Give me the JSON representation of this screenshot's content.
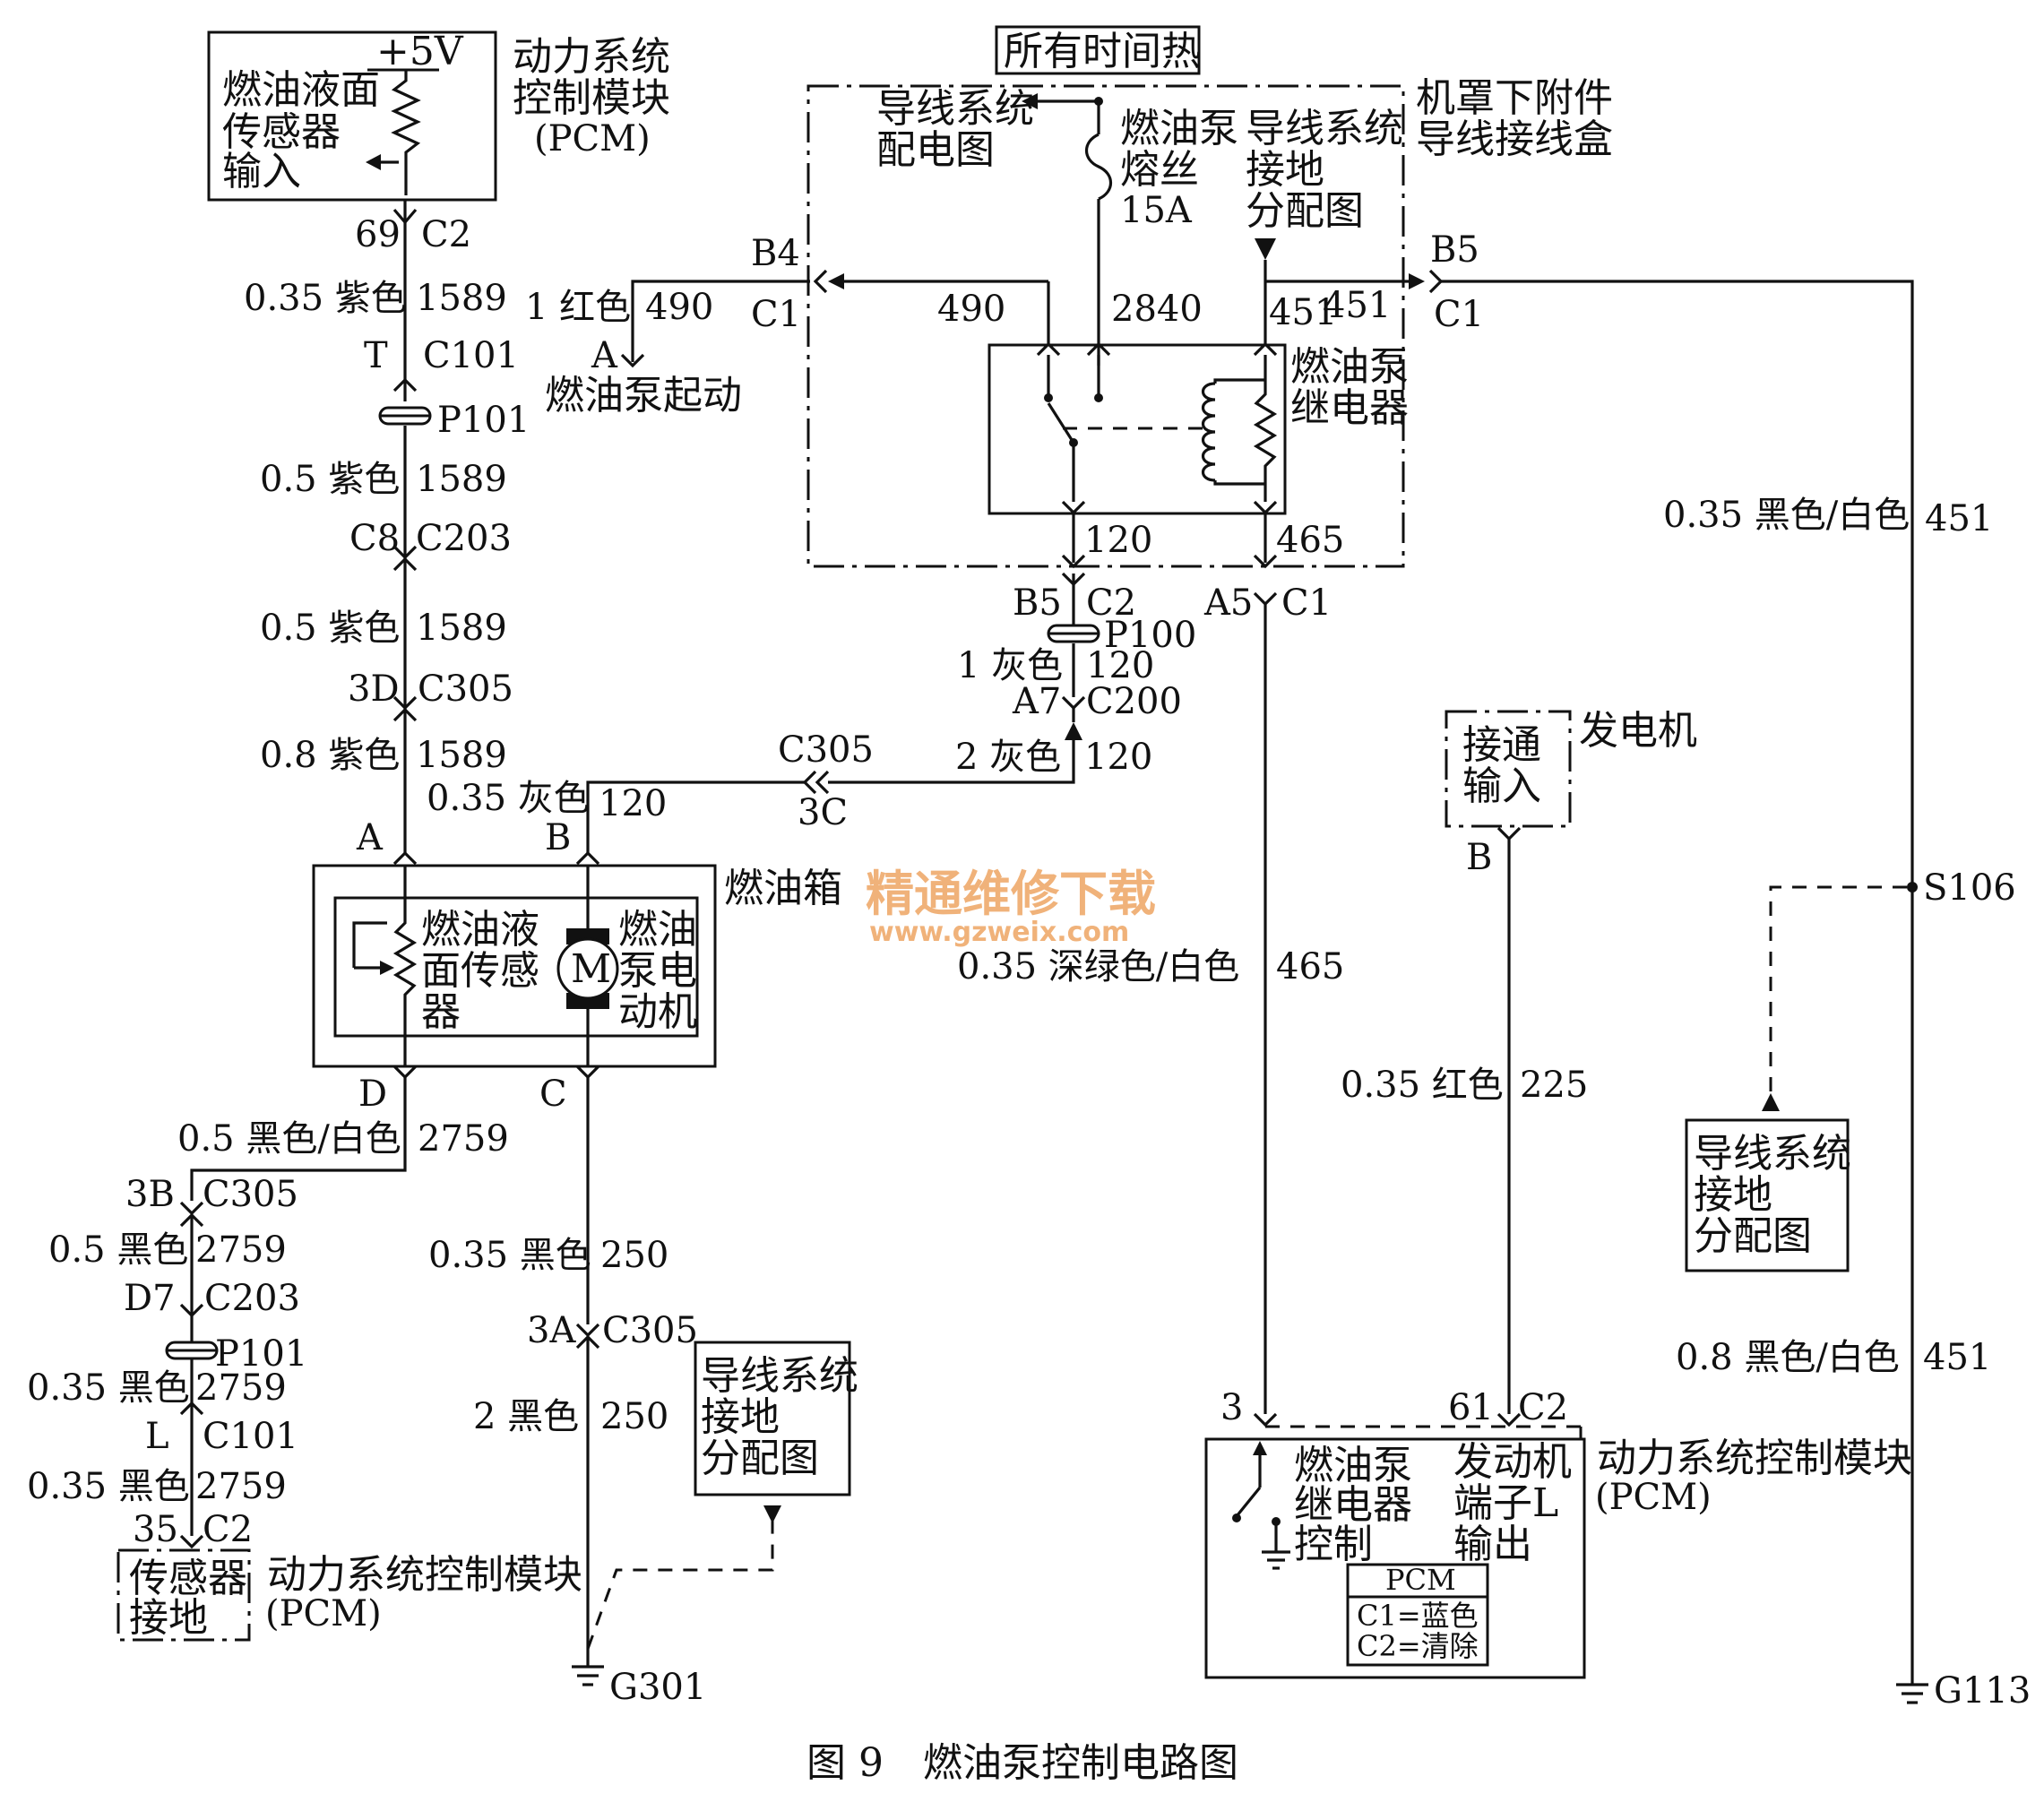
{
  "caption": {
    "fig": "图 9",
    "title": "燃油泵控制电路图"
  },
  "watermark": {
    "cn": "精通维修下载",
    "url": "www.gzweix.com"
  },
  "pcm_top": {
    "box_l1": "燃油液面",
    "box_l2": "传感器",
    "box_l3": "输入",
    "v": "+5V",
    "name_l1": "动力系统",
    "name_l2": "控制模块",
    "name_l3": "(PCM)"
  },
  "fuse_header": "所有时间热",
  "ub": {
    "l1": "机罩下附件",
    "l2": "导线接线盒",
    "dist_l1": "导线系统",
    "dist_l2": "配电图",
    "fuse_l1": "燃油泵",
    "fuse_l2": "熔丝",
    "fuse_l3": "15A",
    "gnd_l1": "导线系统",
    "gnd_l2": "接地",
    "gnd_l3": "分配图",
    "relay_l1": "燃油泵",
    "relay_l2": "继电器"
  },
  "start": {
    "label": "燃油泵起动",
    "pin": "A",
    "wire": "1 红色",
    "circ": "490"
  },
  "left": {
    "w1": "0.35 紫色",
    "c1": "1589",
    "pin69": "69",
    "c2": "C2",
    "t": "T",
    "c101": "C101",
    "p101": "P101",
    "w2": "0.5 紫色",
    "c8": "C8",
    "c203": "C203",
    "w3": "0.5 紫色",
    "d3": "3D",
    "c305": "C305",
    "w4": "0.8 紫色"
  },
  "mid": {
    "w": "0.35 灰色",
    "circ": "120",
    "c305": "C305",
    "p3c": "3C",
    "w2": "2 灰色",
    "w1": "1 灰色",
    "a7": "A7",
    "c200": "C200",
    "b5": "B5",
    "c2": "C2",
    "p100": "P100"
  },
  "tank": {
    "name": "燃油箱",
    "s_l1": "燃油液",
    "s_l2": "面传感",
    "s_l3": "器",
    "m": "M",
    "p_l1": "燃油",
    "p_l2": "泵电",
    "p_l3": "动机",
    "pA": "A",
    "pB": "B",
    "pC": "C",
    "pD": "D"
  },
  "bl": {
    "w1": "0.5 黑色/白色",
    "c1": "2759",
    "b3": "3B",
    "c305": "C305",
    "w2": "0.5 黑色",
    "d7": "D7",
    "c203": "C203",
    "p101": "P101",
    "w3": "0.35 黑色",
    "l": "L",
    "c101": "C101",
    "w4": "0.35 黑色",
    "p35": "35",
    "c2": "C2",
    "box_l1": "传感器",
    "box_l2": "接地",
    "pcm_l1": "动力系统控制模块",
    "pcm_l2": "(PCM)"
  },
  "bm": {
    "w1": "0.35 黑色",
    "c": "250",
    "a3": "3A",
    "c305": "C305",
    "w2": "2 黑色",
    "g": "G301",
    "gd_l1": "导线系统",
    "gd_l2": "接地",
    "gd_l3": "分配图"
  },
  "ubc": {
    "b4": "B4",
    "c1": "C1",
    "c490": "490",
    "c2840": "2840",
    "c451": "451",
    "b5": "B5",
    "c120": "120",
    "c465": "465",
    "a5": "A5"
  },
  "r465": {
    "w": "0.35 深绿色/白色",
    "c": "465"
  },
  "gen": {
    "name": "发电机",
    "box_l1": "接通",
    "box_l2": "输入",
    "pin": "B",
    "w": "0.35 红色",
    "c": "225"
  },
  "rp": {
    "p3": "3",
    "p61": "61",
    "c2": "C2",
    "relay_l1": "燃油泵",
    "relay_l2": "继电器",
    "relay_l3": "控制",
    "eng_l1": "发动机",
    "eng_l2": "端子L",
    "eng_l3": "输出",
    "pcm": "PCM",
    "k1": "C1=蓝色",
    "k2": "C2=清除",
    "name_l1": "动力系统控制模块",
    "name_l2": "(PCM)"
  },
  "r451": {
    "w1": "0.35 黑色/白色",
    "c": "451",
    "s": "S106",
    "gd_l1": "导线系统",
    "gd_l2": "接地",
    "gd_l3": "分配图",
    "w2": "0.8 黑色/白色",
    "g": "G113"
  }
}
